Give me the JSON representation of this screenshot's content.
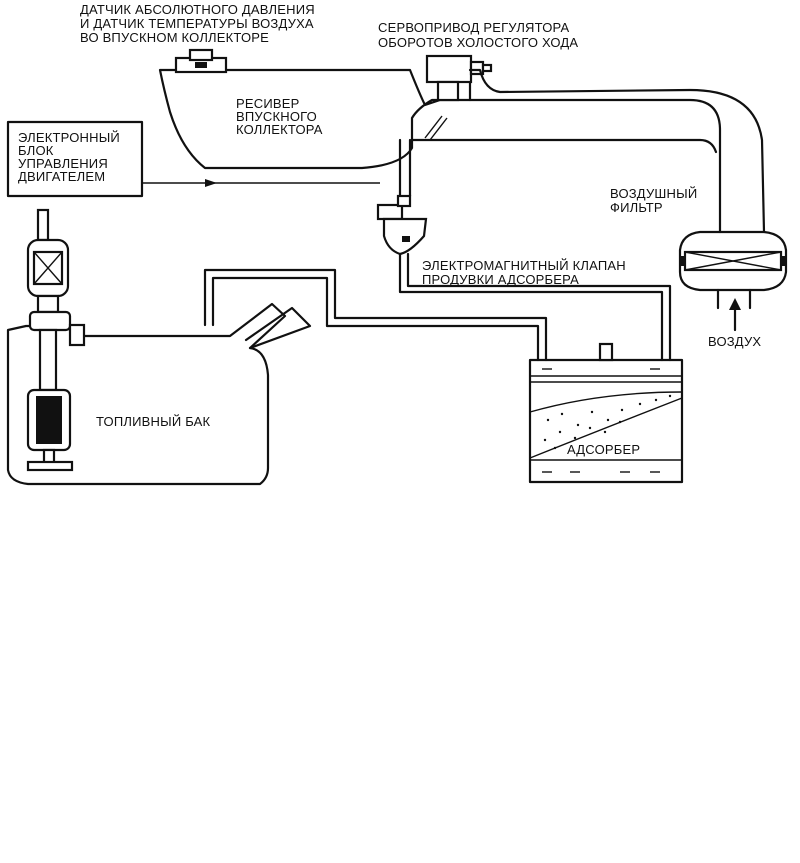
{
  "labels": {
    "map_sensor_line1": "ДАТЧИК АБСОЛЮТНОГО ДАВЛЕНИЯ",
    "map_sensor_line2": "И ДАТЧИК ТЕМПЕРАТУРЫ ВОЗДУХА",
    "map_sensor_line3": "ВО ВПУСКНОМ КОЛЛЕКТОРЕ",
    "idle_servo_line1": "СЕРВОПРИВОД РЕГУЛЯТОРА",
    "idle_servo_line2": "ОБОРОТОВ ХОЛОСТОГО ХОДА",
    "plenum_line1": "РЕСИВЕР",
    "plenum_line2": "ВПУСКНОГО",
    "plenum_line3": "КОЛЛЕКТОРА",
    "ecu_line1": "ЭЛЕКТРОННЫЙ",
    "ecu_line2": "БЛОК",
    "ecu_line3": "УПРАВЛЕНИЯ",
    "ecu_line4": "ДВИГАТЕЛЕМ",
    "air_filter_line1": "ВОЗДУШНЫЙ",
    "air_filter_line2": "ФИЛЬТР",
    "purge_valve_line1": "ЭЛЕКТРОМАГНИТНЫЙ КЛАПАН",
    "purge_valve_line2": "ПРОДУВКИ АДСОРБЕРА",
    "air": "ВОЗДУХ",
    "fuel_tank": "ТОПЛИВНЫЙ БАК",
    "canister": "АДСОРБЕР"
  }
}
